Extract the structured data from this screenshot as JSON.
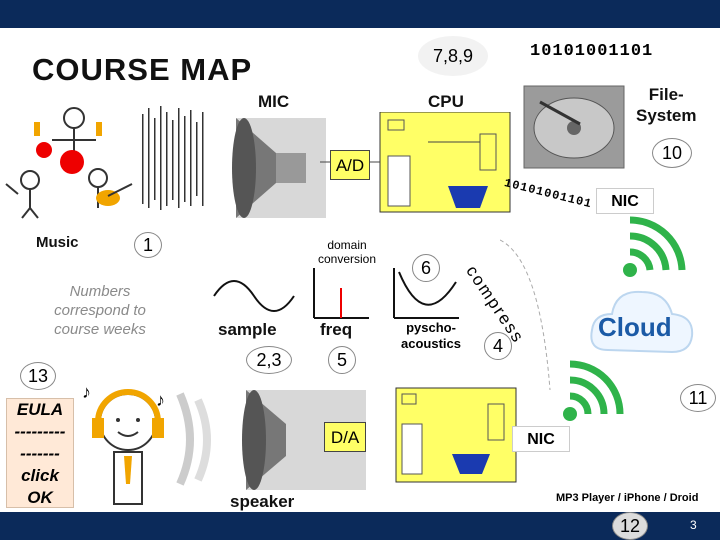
{
  "title": "COURSE MAP",
  "labels": {
    "mic": "MIC",
    "cpu": "CPU",
    "filesystem": "File-\nSystem",
    "ad": "A/D",
    "da": "D/A",
    "nic_top": "NIC",
    "nic_bottom": "NIC",
    "music": "Music",
    "domain": "domain\nconversion",
    "sample": "sample",
    "freq": "freq",
    "psycho": "pyscho-\nacoustics",
    "compress": "compress",
    "cloud": "Cloud",
    "speaker": "speaker",
    "mp3": "MP3 Player / iPhone / Droid"
  },
  "numbers": {
    "n789": "7,8,9",
    "binary_top": "10101001101",
    "binary_diag": "10101001101",
    "n10": "10",
    "n1": "1",
    "n6": "6",
    "n4": "4",
    "n23": "2,3",
    "n5": "5",
    "n13": "13",
    "n11": "11",
    "n12": "12",
    "page": "3"
  },
  "note": "Numbers\ncorrespond to\ncourse weeks",
  "eula": "EULA\n---------\n-------\nclick\nOK",
  "colors": {
    "bar": "#0b2a5a",
    "chip": "#ffff66",
    "chip_alu": "#1a3ab0",
    "cloud": "#1b5aa6",
    "wifi": "#2fb34a",
    "eula_bg": "#ffe9d7"
  }
}
